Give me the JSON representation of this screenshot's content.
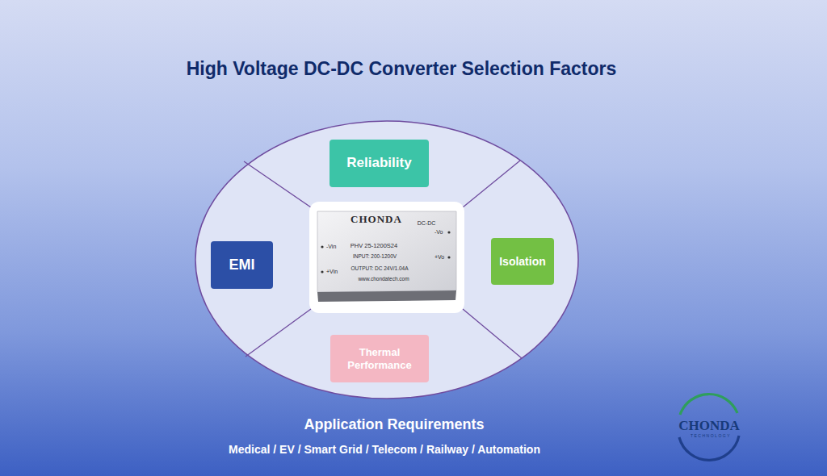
{
  "diagram": {
    "title": "High Voltage DC-DC Converter Selection Factors",
    "nodes": [
      {
        "text": [
          "Reliability"
        ]
      },
      {
        "text": [
          "EMI"
        ]
      },
      {
        "text": [
          "Isolation"
        ]
      },
      {
        "text": [
          "Thermal Performance"
        ]
      }
    ],
    "labels": [
      "CHONDA",
      "DC-DC",
      "-Vo",
      "-Vin",
      "PHV 25-1200S24",
      "INPUT: 200-1200V",
      "+Vo",
      "+Vin",
      "OUTPUT: DC 24V/1.04A",
      "www.chondatech.com",
      "Application Requirements",
      "Medical / EV / Smart Grid / Telecom / Railway / Automation",
      "CHONDA",
      "TECHNOLOGY"
    ]
  }
}
